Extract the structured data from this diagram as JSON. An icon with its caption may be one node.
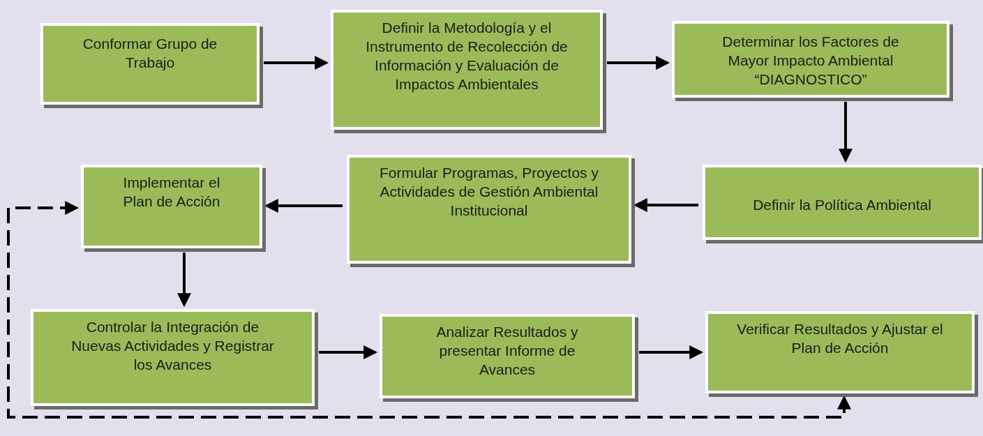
{
  "diagram": {
    "nodes": [
      {
        "text": [
          "Conformar Grupo de Trabajo"
        ]
      },
      {
        "text": [
          "Definir la Metodología y el Instrumento de Recolección de Información y Evaluación de Impactos Ambientales"
        ]
      },
      {
        "text": [
          "Determinar los Factores de Mayor Impacto Ambiental “DIAGNOSTICO”"
        ]
      },
      {
        "text": [
          "Definir la Política Ambiental"
        ]
      },
      {
        "text": [
          "Formular Programas, Proyectos y Actividades de Gestión Ambiental Institucional"
        ]
      },
      {
        "text": [
          "Implementar el Plan de Acción"
        ]
      },
      {
        "text": [
          "Controlar la Integración de Nuevas Actividades y Registrar los Avances"
        ]
      },
      {
        "text": [
          "Analizar Resultados y presentar Informe de Avances"
        ]
      },
      {
        "text": [
          "Verificar Resultados y Ajustar el Plan de Acción"
        ]
      }
    ],
    "edges": [
      {
        "from": 0,
        "to": 1,
        "arrow": "to"
      },
      {
        "from": 1,
        "to": 2,
        "arrow": "to"
      },
      {
        "from": 2,
        "to": 3,
        "arrow": "to"
      },
      {
        "from": 3,
        "to": 4,
        "arrow": "to"
      },
      {
        "from": 4,
        "to": 5,
        "arrow": "to"
      },
      {
        "from": 5,
        "to": 6,
        "arrow": "to"
      },
      {
        "from": 6,
        "to": 7,
        "arrow": "to"
      },
      {
        "from": 7,
        "to": 8,
        "arrow": "to"
      },
      {
        "from": 8,
        "to": 5,
        "arrow": "both",
        "style": "dashed"
      }
    ]
  }
}
